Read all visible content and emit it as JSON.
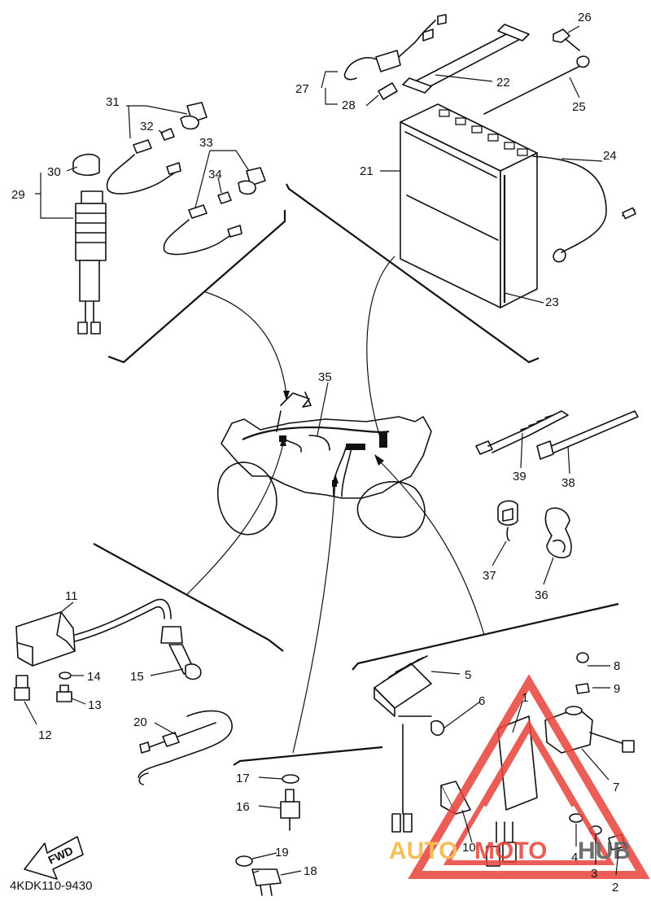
{
  "diagram_code": "4KDK110-9430",
  "fwd_label": "FWD",
  "watermark": {
    "text_left": "AUTO",
    "text_mid": "MOTO",
    "text_right": "HUB",
    "color_primary": "#e8423a",
    "color_secondary": "#f3b23a"
  },
  "callouts": {
    "p1": "1",
    "p2": "2",
    "p3": "3",
    "p4": "4",
    "p5": "5",
    "p6": "6",
    "p7": "7",
    "p8": "8",
    "p9": "9",
    "p10": "10",
    "p11": "11",
    "p12": "12",
    "p13": "13",
    "p14": "14",
    "p15": "15",
    "p16": "16",
    "p17": "17",
    "p18": "18",
    "p19": "19",
    "p20": "20",
    "p21": "21",
    "p22": "22",
    "p23": "23",
    "p24": "24",
    "p25": "25",
    "p26": "26",
    "p27": "27",
    "p28": "28",
    "p29": "29",
    "p30": "30",
    "p31": "31",
    "p32": "32",
    "p33": "33",
    "p34": "34",
    "p35": "35",
    "p36": "36",
    "p37": "37",
    "p38": "38",
    "p39": "39"
  }
}
